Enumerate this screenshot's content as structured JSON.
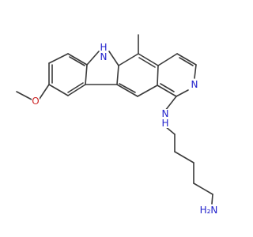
{
  "molecule": {
    "atom_labels": {
      "indole_nh": "H\nN",
      "methoxy_o": "O",
      "pyridine_n": "N",
      "amine_nh": "N\nH",
      "terminal_nh2": "H₂N"
    }
  },
  "colors": {
    "bond": "#3a3a3a",
    "nitrogen": "#2222cc",
    "oxygen": "#cc2222",
    "background": "#ffffff"
  }
}
